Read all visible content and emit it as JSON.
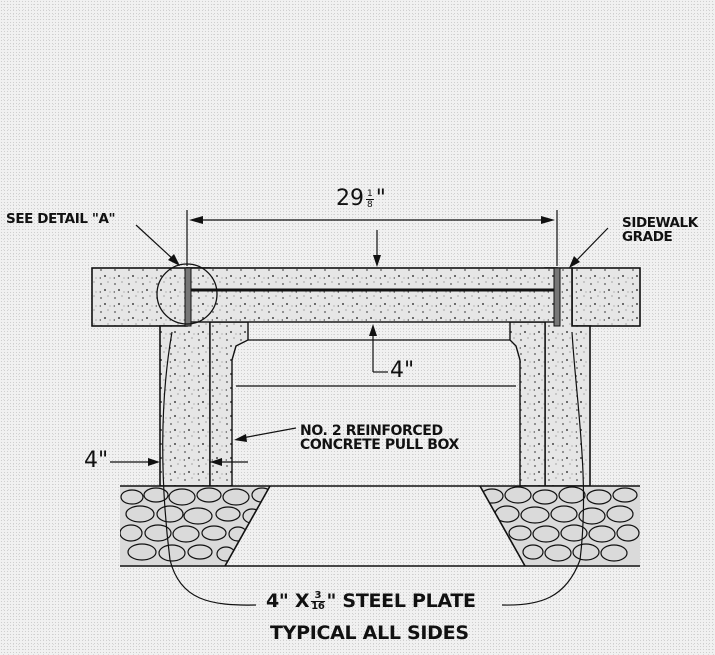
{
  "labels": {
    "see_detail": "SEE DETAIL \"A\"",
    "sidewalk_grade_line1": "SIDEWALK",
    "sidewalk_grade_line2": "GRADE",
    "width_whole": "29",
    "width_num": "1",
    "width_den": "8",
    "width_unit": "\"",
    "lid_thickness": "4\"",
    "wall_thickness": "4\"",
    "pull_box_line1": "NO. 2 REINFORCED",
    "pull_box_line2": "CONCRETE PULL BOX",
    "plate_prefix": "4\" X",
    "plate_num": "3",
    "plate_den": "16",
    "plate_suffix": "\" STEEL PLATE",
    "plate_line2": "TYPICAL ALL SIDES"
  },
  "colors": {
    "line": "#111111",
    "concrete": "#e4e4e4",
    "background": "#f1f1f1",
    "gravel": "#d6d6d6"
  }
}
